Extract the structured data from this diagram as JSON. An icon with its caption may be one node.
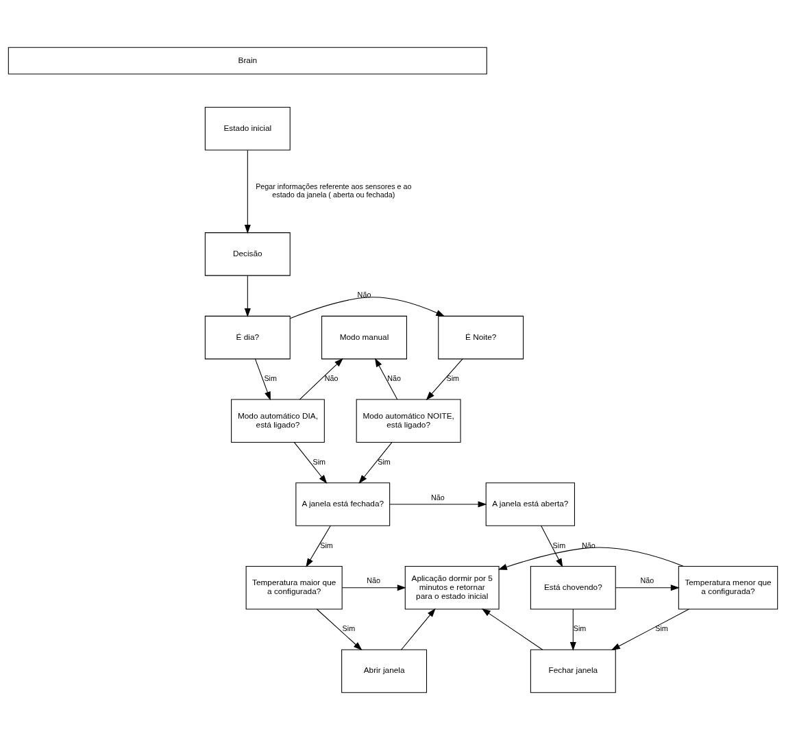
{
  "diagram": {
    "nodes": [
      {
        "text": [
          "Brain"
        ]
      },
      {
        "text": [
          "Estado inicial"
        ]
      },
      {
        "text": [
          "Decisão"
        ]
      },
      {
        "text": [
          "É dia?"
        ]
      },
      {
        "text": [
          "É Noite?"
        ]
      },
      {
        "text": [
          "Modo manual"
        ]
      },
      {
        "text": [
          "Modo automático DIA, está ligado?"
        ]
      },
      {
        "text": [
          "Modo automático NOITE, está ligado?"
        ]
      },
      {
        "text": [
          "A janela está fechada?"
        ]
      },
      {
        "text": [
          "A janela está aberta?"
        ]
      },
      {
        "text": [
          "Temperatura maior que a configurada?"
        ]
      },
      {
        "text": [
          "Aplicação dormir por 5 minutos e retornar para o estado inicial"
        ]
      },
      {
        "text": [
          "Está chovendo?"
        ]
      },
      {
        "text": [
          "Temperatura menor que a configurada?"
        ]
      },
      {
        "text": [
          "Abrir janela"
        ]
      },
      {
        "text": [
          "Fechar janela"
        ]
      }
    ],
    "edges": [
      {
        "from": 1,
        "to": 2,
        "arrow": "to",
        "label": "Pegar informações referente aos sensores e ao estado da janela ( aberta ou fechada)"
      },
      {
        "from": 2,
        "to": 3,
        "arrow": "to"
      },
      {
        "from": 3,
        "to": 4,
        "arrow": "to",
        "label": "Não"
      },
      {
        "from": 3,
        "to": 6,
        "arrow": "to",
        "label": "Sim"
      },
      {
        "from": 4,
        "to": 7,
        "arrow": "to",
        "label": "Sim"
      },
      {
        "from": 6,
        "to": 5,
        "arrow": "to",
        "label": "Não"
      },
      {
        "from": 7,
        "to": 5,
        "arrow": "to",
        "label": "Não"
      },
      {
        "from": 6,
        "to": 8,
        "arrow": "to",
        "label": "Sim"
      },
      {
        "from": 7,
        "to": 8,
        "arrow": "to",
        "label": "Sim"
      },
      {
        "from": 8,
        "to": 9,
        "arrow": "to",
        "label": "Não"
      },
      {
        "from": 8,
        "to": 10,
        "arrow": "to",
        "label": "Sim"
      },
      {
        "from": 10,
        "to": 11,
        "arrow": "to",
        "label": "Não"
      },
      {
        "from": 10,
        "to": 14,
        "arrow": "to",
        "label": "Sim"
      },
      {
        "from": 14,
        "to": 11,
        "arrow": "to"
      },
      {
        "from": 15,
        "to": 11,
        "arrow": "to"
      },
      {
        "from": 9,
        "to": 12,
        "arrow": "to",
        "label": "Sim"
      },
      {
        "from": 12,
        "to": 13,
        "arrow": "to",
        "label": "Não"
      },
      {
        "from": 12,
        "to": 15,
        "arrow": "to",
        "label": "Sim"
      },
      {
        "from": 13,
        "to": 15,
        "arrow": "to",
        "label": "Sim"
      },
      {
        "from": 13,
        "to": 11,
        "arrow": "to",
        "label": "Não"
      }
    ]
  }
}
